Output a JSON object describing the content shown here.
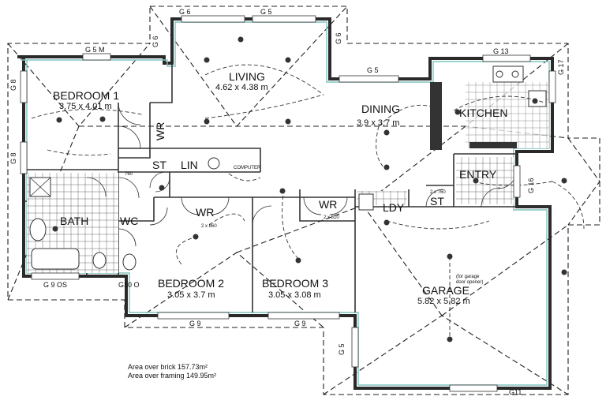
{
  "rooms": {
    "bedroom1": {
      "name": "BEDROOM 1",
      "dim": "3.75 x 4.01 m"
    },
    "living": {
      "name": "LIVING",
      "dim": "4.62 x 4.38 m"
    },
    "dining": {
      "name": "DINING",
      "dim": "3.9 x 3.7 m"
    },
    "kitchen": {
      "name": "KITCHEN"
    },
    "entry": {
      "name": "ENTRY"
    },
    "bath": {
      "name": "BATH"
    },
    "wc": {
      "name": "WC"
    },
    "wr1": {
      "name": "WR"
    },
    "wr2": {
      "name": "WR"
    },
    "wr3": {
      "name": "WR"
    },
    "st1": {
      "name": "ST"
    },
    "st2": {
      "name": "ST"
    },
    "lin": {
      "name": "LIN"
    },
    "ldy": {
      "name": "LDY"
    },
    "bedroom2": {
      "name": "BEDROOM 2",
      "dim": "3.05 x 3.7 m"
    },
    "bedroom3": {
      "name": "BEDROOM 3",
      "dim": "3.05 x 3.08 m"
    },
    "garage": {
      "name": "GARAGE",
      "dim": "5.82 x 5.82 m"
    }
  },
  "labels": {
    "g6_top": "G 6",
    "g5_top": "G 5",
    "g6_left": "G 6",
    "g6_right": "G 6",
    "g5m": "G 5 M",
    "g8_upper": "G 8",
    "g8_lower": "G 8",
    "g5_mid": "G 5",
    "g13": "G 13",
    "g17": "G 17",
    "g16": "G 16",
    "g9os": "G 9 OS",
    "g10o": "G10 O",
    "g9_left": "G 9",
    "g9_right": "G 9",
    "g5_low": "G 5",
    "g11": "G11"
  },
  "annotations": {
    "computer": "COMPUTER",
    "garage_door_note_1": "(for garage",
    "garage_door_note_2": "door opener)",
    "door_760": "760",
    "door_2x810": "2 x 810",
    "door_2x860": "2 x 860",
    "door_2x760": "2 x 760"
  },
  "area": {
    "brick": "Area over brick 157.73m²",
    "framing": "Area over framing 149.95m²"
  },
  "colors": {
    "wall_inner": "#7fc3bf",
    "wall": "#2a2a2a"
  }
}
